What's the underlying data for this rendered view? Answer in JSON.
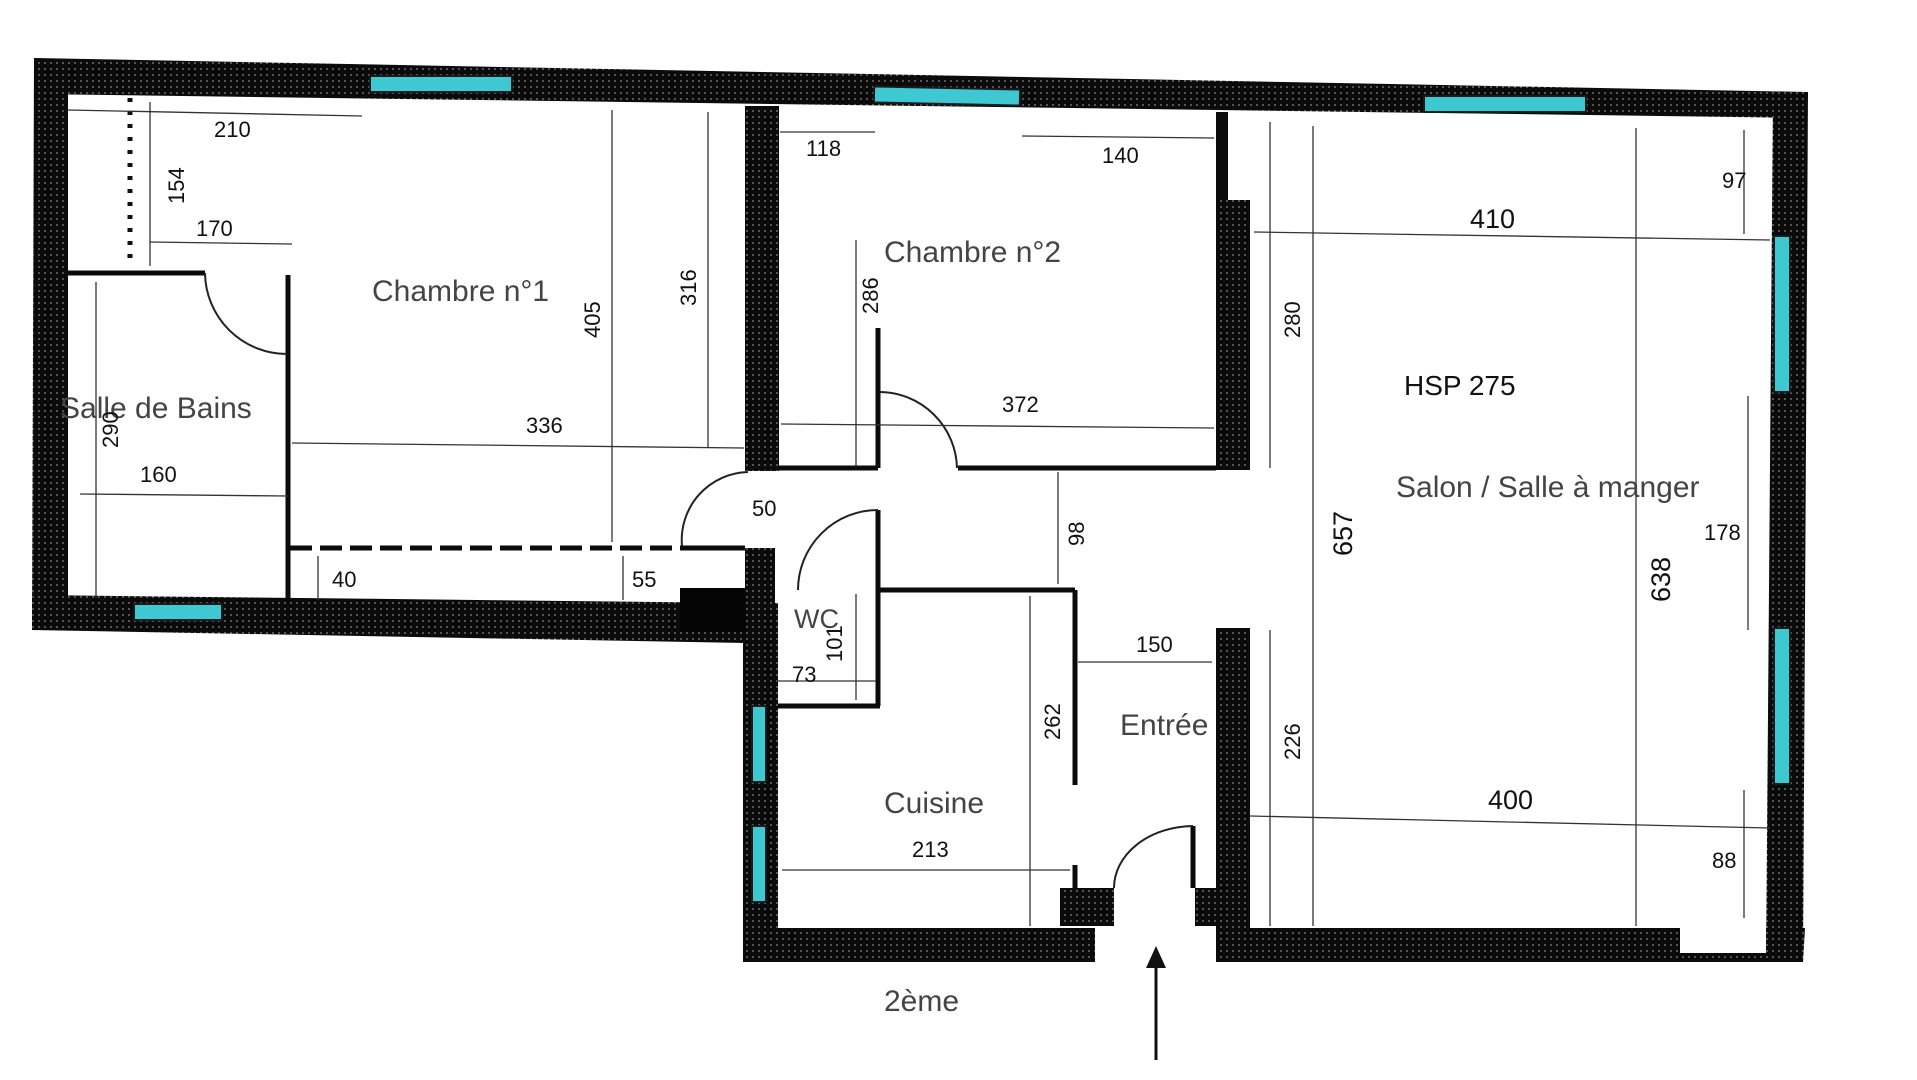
{
  "floor_label": "2ème",
  "ceiling_height_label": "HSP 275",
  "colors": {
    "wall": "#0b0b0b",
    "window": "#3ec8d2",
    "dot_pattern": "#8a8a8a"
  },
  "rooms": {
    "bathroom": "Salle de Bains",
    "bedroom1": "Chambre n°1",
    "bedroom2": "Chambre n°2",
    "wc": "WC",
    "kitchen": "Cuisine",
    "entrance": "Entrée",
    "living": "Salon / Salle à manger"
  },
  "dimensions": {
    "bath_top": "210",
    "bath_side": "154",
    "bath_170": "170",
    "bath_height": "290",
    "bath_width": "160",
    "bed1_405": "405",
    "bed1_316": "316",
    "bed1_336": "336",
    "bed1_40": "40",
    "bed1_55": "55",
    "bed2_118": "118",
    "bed2_140": "140",
    "bed2_286": "286",
    "bed2_372": "372",
    "hall_50": "50",
    "hall_98": "98",
    "wc_101": "101",
    "wc_73": "73",
    "kitchen_262": "262",
    "kitchen_213": "213",
    "entry_150": "150",
    "living_410": "410",
    "living_97": "97",
    "living_280": "280",
    "living_657": "657",
    "living_638": "638",
    "living_178": "178",
    "living_226": "226",
    "living_400": "400",
    "living_88": "88"
  }
}
